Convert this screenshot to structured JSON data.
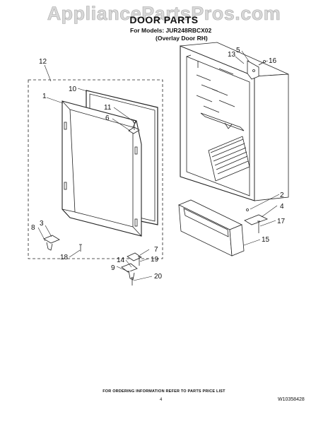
{
  "watermark": "AppliancePartsPros.com",
  "header": {
    "title": "DOOR PARTS",
    "models": "For Models: JUR248RBCX02",
    "variant": "(Overlay Door RH)"
  },
  "callouts": {
    "c1": "1",
    "c2": "2",
    "c3": "3",
    "c4": "4",
    "c5": "5",
    "c6": "6",
    "c7": "7",
    "c8": "8",
    "c9": "9",
    "c10": "10",
    "c11": "11",
    "c12": "12",
    "c13": "13",
    "c14": "14",
    "c15": "15",
    "c16": "16",
    "c17": "17",
    "c18": "18",
    "c19": "19",
    "c20": "20"
  },
  "footer": {
    "note": "FOR ORDERING INFORMATION REFER TO PARTS PRICE LIST",
    "page": "4",
    "doc_number": "W10358428"
  }
}
